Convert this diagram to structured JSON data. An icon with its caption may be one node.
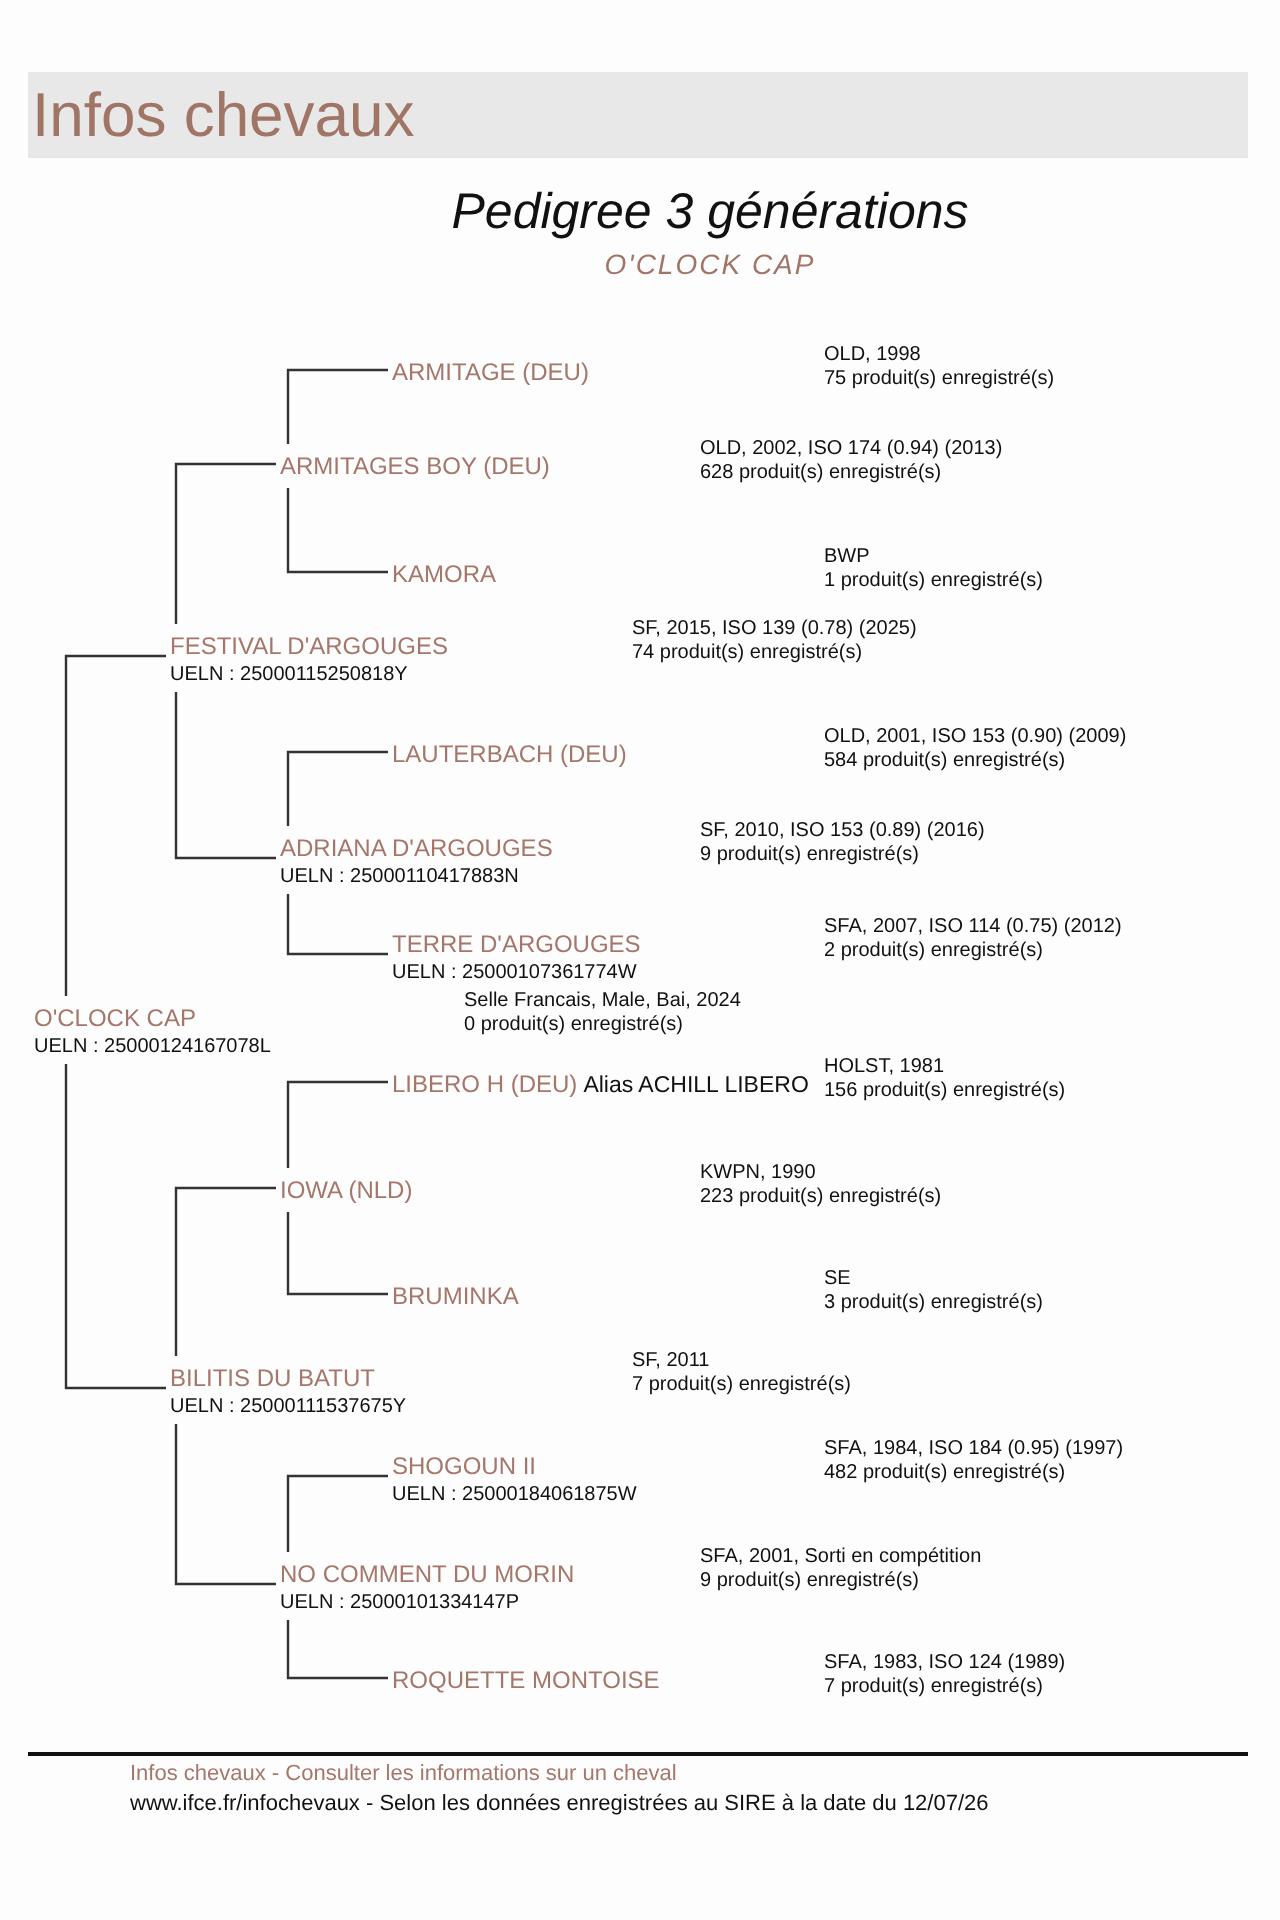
{
  "diagram": {
    "title": "Pedigree 3 générations",
    "nodes": [
      {
        "text": [
          "ARMITAGE (DEU)"
        ],
        "beside": [
          "OLD, 1998",
          "75 produit(s) enregistré(s)"
        ]
      },
      {
        "text": [
          "ARMITAGES BOY (DEU)"
        ],
        "beside": [
          "OLD, 2002, ISO 174 (0.94) (2013)",
          "628 produit(s) enregistré(s)"
        ]
      },
      {
        "text": [
          "KAMORA"
        ],
        "beside": [
          "BWP",
          "1 produit(s) enregistré(s)"
        ]
      },
      {
        "text": [
          "FESTIVAL D'ARGOUGES",
          "UELN : 25000115250818Y"
        ],
        "beside": [
          "SF, 2015, ISO 139 (0.78) (2025)",
          "74 produit(s) enregistré(s)"
        ]
      },
      {
        "text": [
          "LAUTERBACH (DEU)"
        ],
        "beside": [
          "OLD, 2001, ISO 153 (0.90) (2009)",
          "584 produit(s) enregistré(s)"
        ]
      },
      {
        "text": [
          "ADRIANA D'ARGOUGES",
          "UELN : 25000110417883N"
        ],
        "beside": [
          "SF, 2010, ISO 153 (0.89) (2016)",
          "9 produit(s) enregistré(s)"
        ]
      },
      {
        "text": [
          "TERRE D'ARGOUGES",
          "UELN : 25000107361774W"
        ],
        "beside": [
          "SFA, 2007, ISO 114 (0.75) (2012)",
          "2 produit(s) enregistré(s)"
        ]
      },
      {
        "text": [
          "O'CLOCK CAP",
          "UELN : 25000124167078L"
        ],
        "beside": [
          "Selle Francais, Male, Bai, 2024",
          "0 produit(s) enregistré(s)"
        ]
      },
      {
        "text": [
          "LIBERO H (DEU)",
          "Alias ACHILL LIBERO"
        ],
        "beside": [
          "HOLST, 1981",
          "156 produit(s) enregistré(s)"
        ]
      },
      {
        "text": [
          "IOWA (NLD)"
        ],
        "beside": [
          "KWPN, 1990",
          "223 produit(s) enregistré(s)"
        ]
      },
      {
        "text": [
          "BRUMINKA"
        ],
        "beside": [
          "SE",
          "3 produit(s) enregistré(s)"
        ]
      },
      {
        "text": [
          "BILITIS DU BATUT",
          "UELN : 25000111537675Y"
        ],
        "beside": [
          "SF, 2011",
          "7 produit(s) enregistré(s)"
        ]
      },
      {
        "text": [
          "SHOGOUN II",
          "UELN : 25000184061875W"
        ],
        "beside": [
          "SFA, 1984, ISO 184 (0.95) (1997)",
          "482 produit(s) enregistré(s)"
        ]
      },
      {
        "text": [
          "NO COMMENT DU MORIN",
          "UELN : 25000101334147P"
        ],
        "beside": [
          "SFA, 2001, Sorti en compétition",
          "9 produit(s) enregistré(s)"
        ]
      },
      {
        "text": [
          "ROQUETTE MONTOISE"
        ],
        "beside": [
          "SFA, 1983, ISO 124 (1989)",
          "7 produit(s) enregistré(s)"
        ]
      }
    ],
    "edges": [
      {
        "from": 7,
        "to": 3,
        "arrow": "none"
      },
      {
        "from": 7,
        "to": 11,
        "arrow": "none"
      },
      {
        "from": 3,
        "to": 1,
        "arrow": "none"
      },
      {
        "from": 3,
        "to": 5,
        "arrow": "none"
      },
      {
        "from": 1,
        "to": 0,
        "arrow": "none"
      },
      {
        "from": 1,
        "to": 2,
        "arrow": "none"
      },
      {
        "from": 5,
        "to": 4,
        "arrow": "none"
      },
      {
        "from": 5,
        "to": 6,
        "arrow": "none"
      },
      {
        "from": 11,
        "to": 9,
        "arrow": "none"
      },
      {
        "from": 11,
        "to": 13,
        "arrow": "none"
      },
      {
        "from": 9,
        "to": 8,
        "arrow": "none"
      },
      {
        "from": 9,
        "to": 10,
        "arrow": "none"
      },
      {
        "from": 13,
        "to": 12,
        "arrow": "none"
      },
      {
        "from": 13,
        "to": 14,
        "arrow": "none"
      }
    ],
    "labels": [
      "Infos chevaux",
      "O'CLOCK CAP",
      "Infos chevaux - Consulter les informations sur un cheval",
      "www.ifce.fr/infochevaux - Selon les données enregistrées au SIRE à la date du 12/07/26"
    ]
  }
}
